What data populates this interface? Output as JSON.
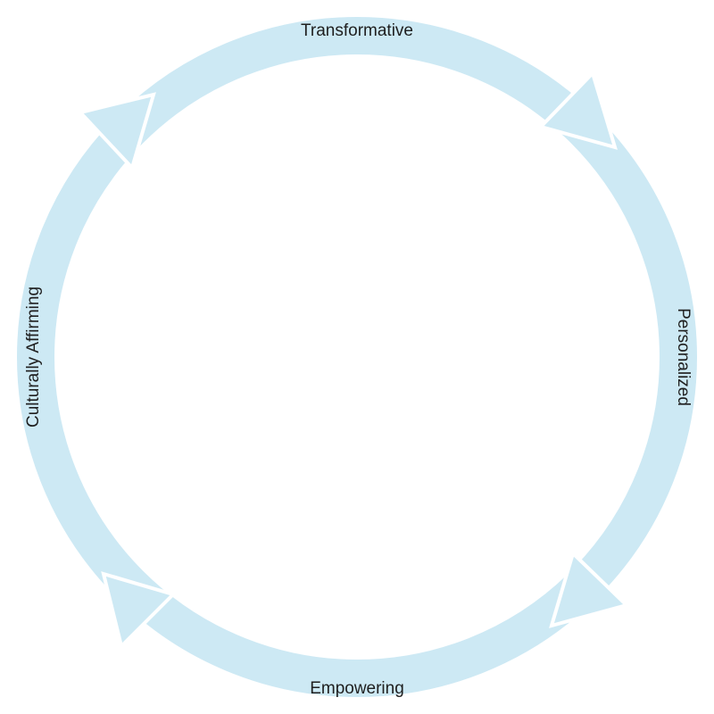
{
  "diagram": {
    "type": "cycle",
    "direction": "clockwise",
    "stages": [
      "Transformative",
      "Personalized",
      "Empowering",
      "Culturally Affirming"
    ]
  },
  "colors": {
    "ring": "#cde9f4",
    "arrow_outline": "#ffffff",
    "text": "#1f1f1f",
    "background": "#ffffff"
  }
}
